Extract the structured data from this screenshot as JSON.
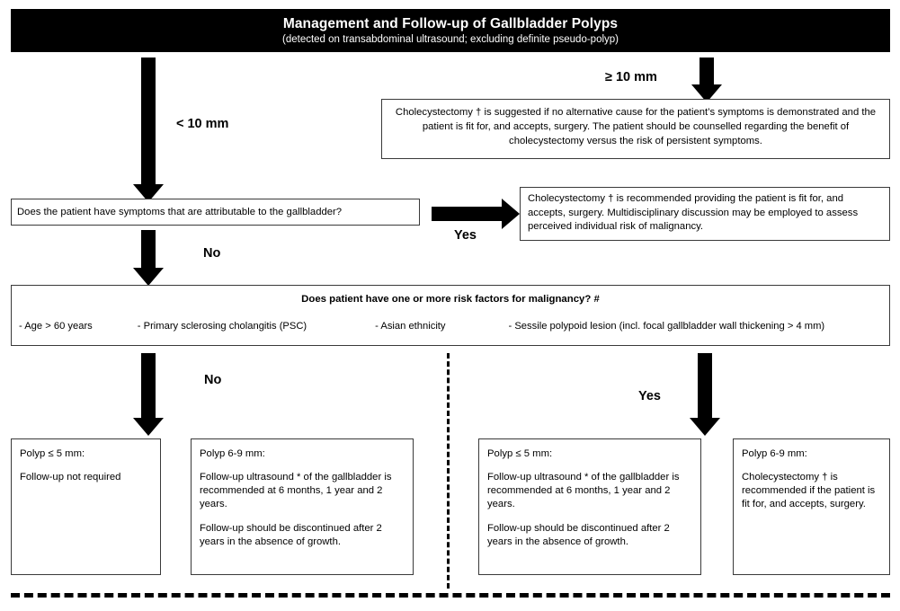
{
  "title": {
    "main": "Management and Follow-up of Gallbladder Polyps",
    "subtitle": "(detected on transabdominal ultrasound; excluding definite pseudo-polyp)"
  },
  "branch_labels": {
    "less_than_10mm": "< 10 mm",
    "greater_equal_10mm": "≥ 10 mm",
    "symptoms_no": "No",
    "symptoms_yes": "Yes",
    "risk_no": "No",
    "risk_yes": "Yes"
  },
  "nodes": {
    "ge10_recommendation": "Cholecystectomy † is suggested if no alternative cause for the patient’s symptoms is demonstrated and the patient is fit for, and accepts, surgery. The patient should be counselled regarding the benefit of cholecystectomy versus the risk of persistent symptoms.",
    "symptoms_question": "Does the patient have symptoms that are attributable to the gallbladder?",
    "symptomatic_recommendation": "Cholecystectomy † is recommended providing the patient is fit for, and accepts, surgery. Multidisciplinary discussion may be employed to assess perceived individual risk of malignancy.",
    "risk_question": "Does patient have one or more risk factors for malignancy? #",
    "risk_factors": [
      "-    Age > 60 years",
      "- Primary sclerosing cholangitis (PSC)",
      "- Asian ethnicity",
      "- Sessile polypoid lesion (incl. focal gallbladder wall thickening > 4 mm)"
    ]
  },
  "outcomes": [
    {
      "heading": "Polyp ≤ 5 mm:",
      "paragraphs": [
        "Follow-up not required"
      ]
    },
    {
      "heading": "Polyp 6-9 mm:",
      "paragraphs": [
        "Follow-up ultrasound * of the gallbladder is recommended at 6 months, 1 year and 2 years.",
        "Follow-up should be discontinued after 2 years in the absence of growth."
      ]
    },
    {
      "heading": "Polyp ≤ 5 mm:",
      "paragraphs": [
        "Follow-up ultrasound * of the gallbladder is recommended at 6 months, 1 year and 2 years.",
        "Follow-up should be discontinued after 2 years in the absence of growth."
      ]
    },
    {
      "heading": "Polyp 6-9 mm:",
      "paragraphs": [
        "Cholecystectomy † is recommended if the patient is fit for, and accepts, surgery."
      ]
    }
  ],
  "colors": {
    "banner_background": "#000000",
    "banner_text": "#ffffff",
    "box_border": "#3a3a3a",
    "arrow": "#000000",
    "page_background": "#ffffff"
  }
}
